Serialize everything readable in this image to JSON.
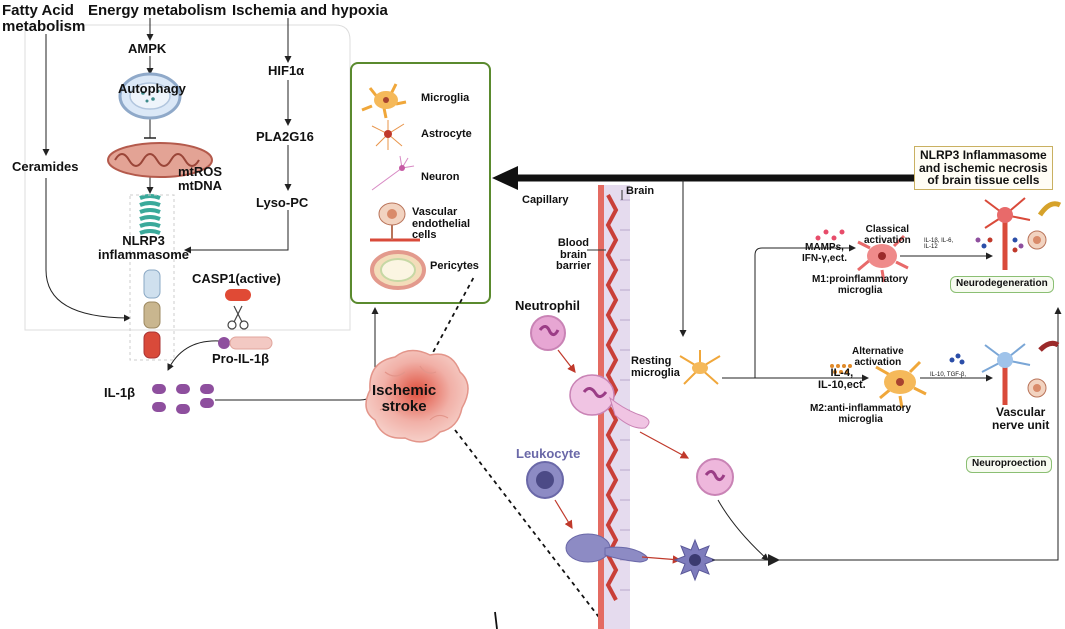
{
  "left_pathway": {
    "fatty_acid": "Fatty Acid\nmetabolism",
    "energy": "Energy metabolism",
    "ischemia": "Ischemia and hypoxia",
    "ampk": "AMPK",
    "autophagy": "Autophagy",
    "ceramides": "Ceramides",
    "mtros": "mtROS\nmtDNA",
    "hif1a": "HIF1α",
    "pla2g16": "PLA2G16",
    "lysopc": "Lyso-PC",
    "nlrp3": "NLRP3\ninflammasome",
    "casp1": "CASP1(active)",
    "proil1b": "Pro-IL-1β",
    "il1b": "IL-1β"
  },
  "cell_legend": {
    "items": [
      {
        "label": "Microglia"
      },
      {
        "label": "Astrocyte"
      },
      {
        "label": "Neuron"
      },
      {
        "label": "Vascular\nendothelial\ncells"
      },
      {
        "label": "Pericytes"
      }
    ]
  },
  "center": {
    "ischemic_stroke": "Ischemic\nstroke",
    "capillary": "Capillary",
    "brain": "Brain",
    "bbb": "Blood\nbrain\nbarrier",
    "neutrophil": "Neutrophil",
    "leukocyte": "Leukocyte",
    "resting": "Resting\nmicroglia"
  },
  "right_panel": {
    "header": "NLRP3 Inflammasome\nand ischemic necrosis\nof brain tissue cells",
    "mamps": "MAMPs,\nIFN-γ,ect.",
    "classical": "Classical\nactivation",
    "cyto_m1": "IL-1β, IL-6,\nIL-12",
    "m1": "M1:proinflammatory\nmicroglia",
    "neurodegeneration": "Neurodegeneration",
    "il4": "IL-4,\nIL-10,ect.",
    "alternative": "Alternative\nactivation",
    "cyto_m2": "IL-10, TGF-β,",
    "m2": "M2:anti-inflammatory\nmicroglia",
    "vascular_unit": "Vascular\nnerve unit",
    "neuroprotection": "Neuroproection"
  },
  "colors": {
    "legend_border": "#5a8a2e",
    "arrow": "#222222",
    "red_arrow": "#c0392b",
    "neutrophil": "#e7a6d3",
    "leukocyte": "#7d7bb8",
    "microglia": "#f0a73a",
    "m1_cell": "#e86a6a",
    "vessel": "#e46b62"
  }
}
